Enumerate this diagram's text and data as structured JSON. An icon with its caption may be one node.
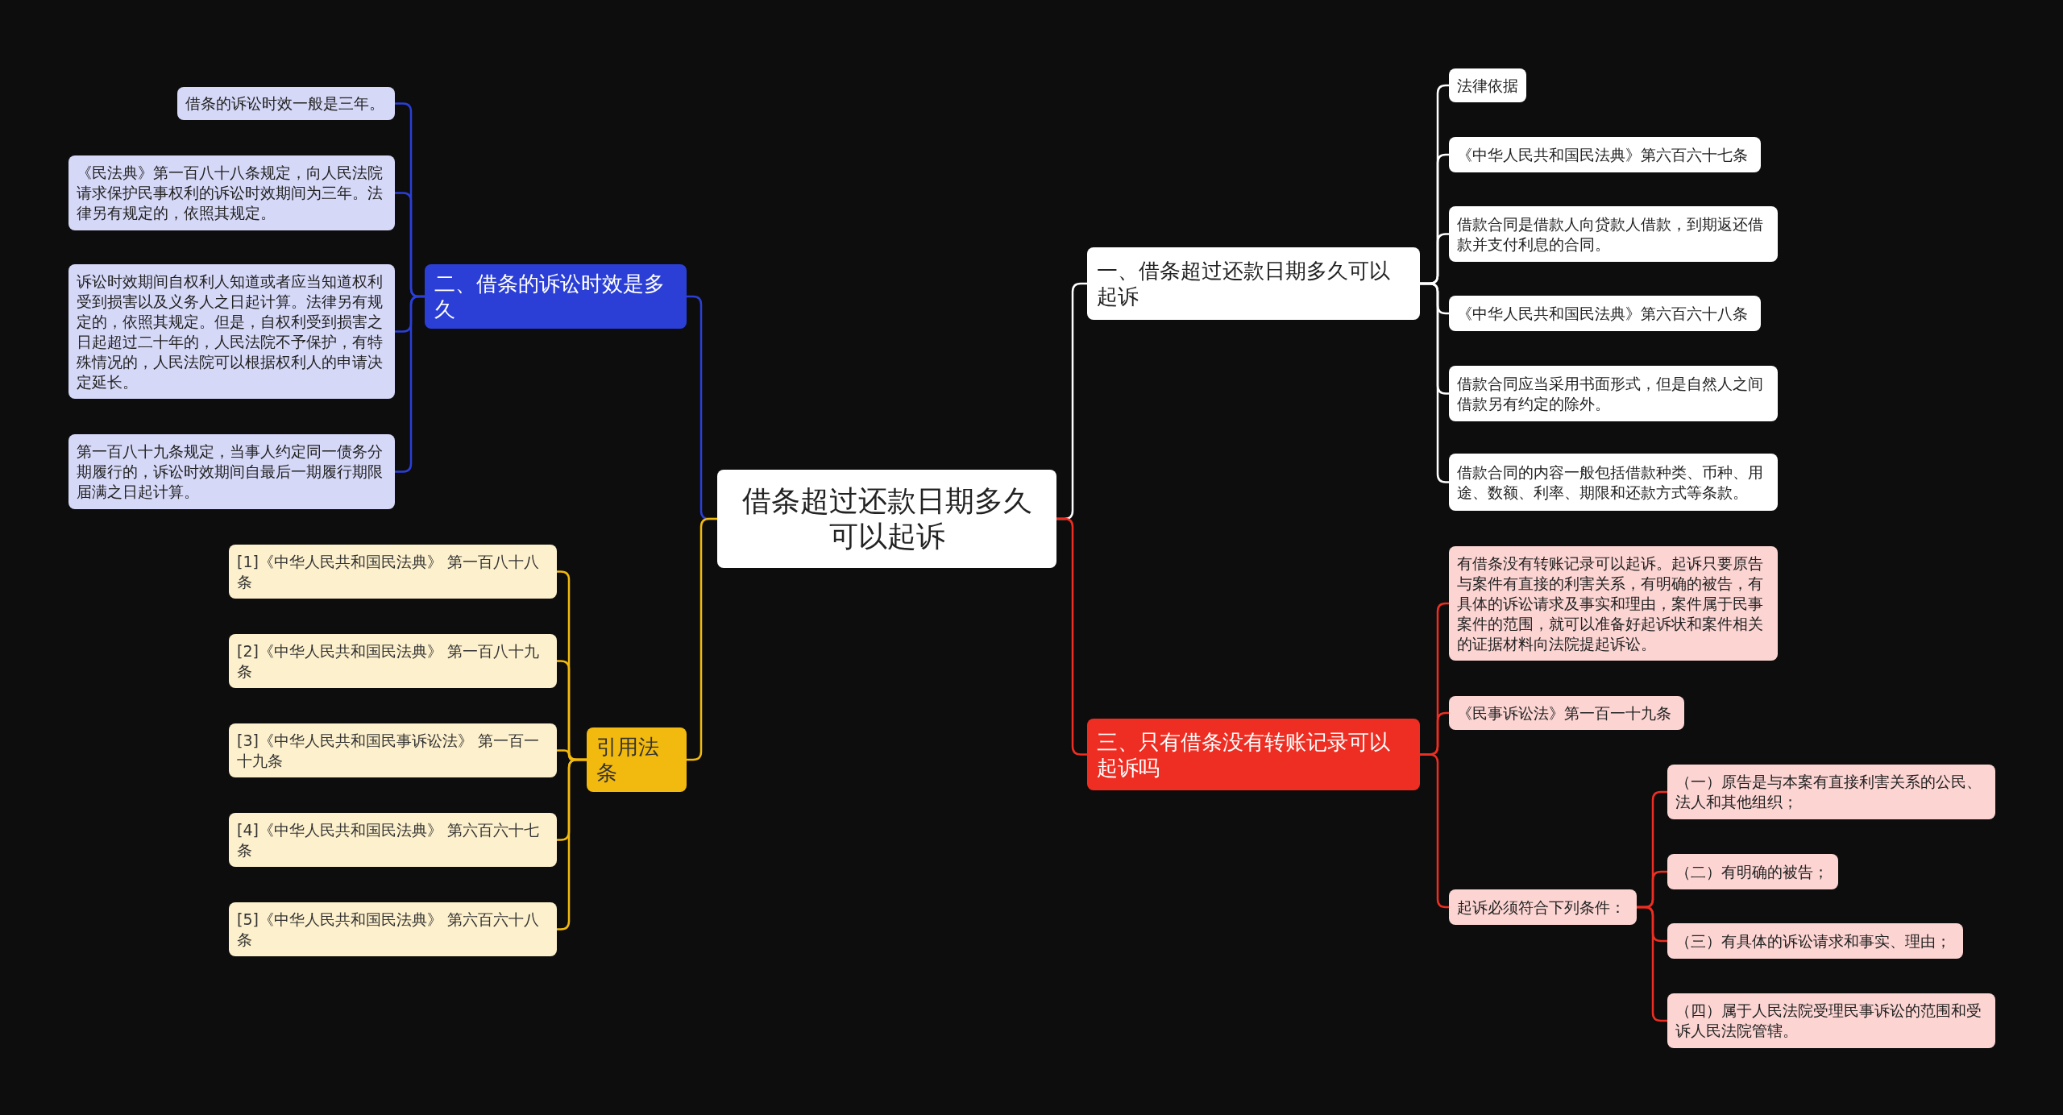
{
  "diagram": {
    "nodes": [
      {
        "text": [
          "借条超过还款日期多久可以起诉"
        ]
      },
      {
        "text": [
          "一、借条超过还款日期多久可以起诉"
        ]
      },
      {
        "text": [
          "法律依据"
        ]
      },
      {
        "text": [
          "《中华人民共和国民法典》第六百六十七条"
        ]
      },
      {
        "text": [
          "借款合同是借款人向贷款人借款，到期返还借款并支付利息的合同。"
        ]
      },
      {
        "text": [
          "《中华人民共和国民法典》第六百六十八条"
        ]
      },
      {
        "text": [
          "借款合同应当采用书面形式，但是自然人之间借款另有约定的除外。"
        ]
      },
      {
        "text": [
          "借款合同的内容一般包括借款种类、币种、用途、数额、利率、期限和还款方式等条款。"
        ]
      },
      {
        "text": [
          "三、只有借条没有转账记录可以起诉吗"
        ]
      },
      {
        "text": [
          "有借条没有转账记录可以起诉。起诉只要原告与案件有直接的利害关系，有明确的被告，有具体的诉讼请求及事实和理由，案件属于民事案件的范围，就可以准备好起诉状和案件相关的证据材料向法院提起诉讼。"
        ]
      },
      {
        "text": [
          "《民事诉讼法》第一百一十九条"
        ]
      },
      {
        "text": [
          "起诉必须符合下列条件："
        ]
      },
      {
        "text": [
          "（一）原告是与本案有直接利害关系的公民、法人和其他组织；"
        ]
      },
      {
        "text": [
          "（二）有明确的被告；"
        ]
      },
      {
        "text": [
          "（三）有具体的诉讼请求和事实、理由；"
        ]
      },
      {
        "text": [
          "（四）属于人民法院受理民事诉讼的范围和受诉人民法院管辖。"
        ]
      },
      {
        "text": [
          "二、借条的诉讼时效是多久"
        ]
      },
      {
        "text": [
          "借条的诉讼时效一般是三年。"
        ]
      },
      {
        "text": [
          "《民法典》第一百八十八条规定，向人民法院请求保护民事权利的诉讼时效期间为三年。法律另有规定的，依照其规定。"
        ]
      },
      {
        "text": [
          "诉讼时效期间自权利人知道或者应当知道权利受到损害以及义务人之日起计算。法律另有规定的，依照其规定。但是，自权利受到损害之日起超过二十年的，人民法院不予保护，有特殊情况的，人民法院可以根据权利人的申请决定延长。"
        ]
      },
      {
        "text": [
          "第一百八十九条规定，当事人约定同一债务分期履行的，诉讼时效期间自最后一期履行期限届满之日起计算。"
        ]
      },
      {
        "text": [
          "引用法条"
        ]
      },
      {
        "text": [
          "[1]《中华人民共和国民法典》 第一百八十八条"
        ]
      },
      {
        "text": [
          "[2]《中华人民共和国民法典》 第一百八十九条"
        ]
      },
      {
        "text": [
          "[3]《中华人民共和国民事诉讼法》 第一百一十九条"
        ]
      },
      {
        "text": [
          "[4]《中华人民共和国民法典》 第六百六十七条"
        ]
      },
      {
        "text": [
          "[5]《中华人民共和国民法典》 第六百六十八条"
        ]
      }
    ],
    "edges": [
      {
        "from": 0,
        "to": 1,
        "arrow": "none",
        "color": "#ffffff"
      },
      {
        "from": 1,
        "to": 2,
        "arrow": "none",
        "color": "#ffffff"
      },
      {
        "from": 1,
        "to": 3,
        "arrow": "none",
        "color": "#ffffff"
      },
      {
        "from": 1,
        "to": 4,
        "arrow": "none",
        "color": "#ffffff"
      },
      {
        "from": 1,
        "to": 5,
        "arrow": "none",
        "color": "#ffffff"
      },
      {
        "from": 1,
        "to": 6,
        "arrow": "none",
        "color": "#ffffff"
      },
      {
        "from": 1,
        "to": 7,
        "arrow": "none",
        "color": "#ffffff"
      },
      {
        "from": 0,
        "to": 8,
        "arrow": "none",
        "color": "#ee2e22"
      },
      {
        "from": 8,
        "to": 9,
        "arrow": "none",
        "color": "#ee2e22"
      },
      {
        "from": 8,
        "to": 10,
        "arrow": "none",
        "color": "#ee2e22"
      },
      {
        "from": 8,
        "to": 11,
        "arrow": "none",
        "color": "#ee2e22"
      },
      {
        "from": 11,
        "to": 12,
        "arrow": "none",
        "color": "#ee2e22"
      },
      {
        "from": 11,
        "to": 13,
        "arrow": "none",
        "color": "#ee2e22"
      },
      {
        "from": 11,
        "to": 14,
        "arrow": "none",
        "color": "#ee2e22"
      },
      {
        "from": 11,
        "to": 15,
        "arrow": "none",
        "color": "#ee2e22"
      },
      {
        "from": 0,
        "to": 16,
        "arrow": "none",
        "color": "#2b3fd6"
      },
      {
        "from": 16,
        "to": 17,
        "arrow": "none",
        "color": "#2b3fd6"
      },
      {
        "from": 16,
        "to": 18,
        "arrow": "none",
        "color": "#2b3fd6"
      },
      {
        "from": 16,
        "to": 19,
        "arrow": "none",
        "color": "#2b3fd6"
      },
      {
        "from": 16,
        "to": 20,
        "arrow": "none",
        "color": "#2b3fd6"
      },
      {
        "from": 0,
        "to": 21,
        "arrow": "none",
        "color": "#f2b90f"
      },
      {
        "from": 21,
        "to": 22,
        "arrow": "none",
        "color": "#f2b90f"
      },
      {
        "from": 21,
        "to": 23,
        "arrow": "none",
        "color": "#f2b90f"
      },
      {
        "from": 21,
        "to": 24,
        "arrow": "none",
        "color": "#f2b90f"
      },
      {
        "from": 21,
        "to": 25,
        "arrow": "none",
        "color": "#f2b90f"
      },
      {
        "from": 21,
        "to": 26,
        "arrow": "none",
        "color": "#f2b90f"
      }
    ]
  }
}
